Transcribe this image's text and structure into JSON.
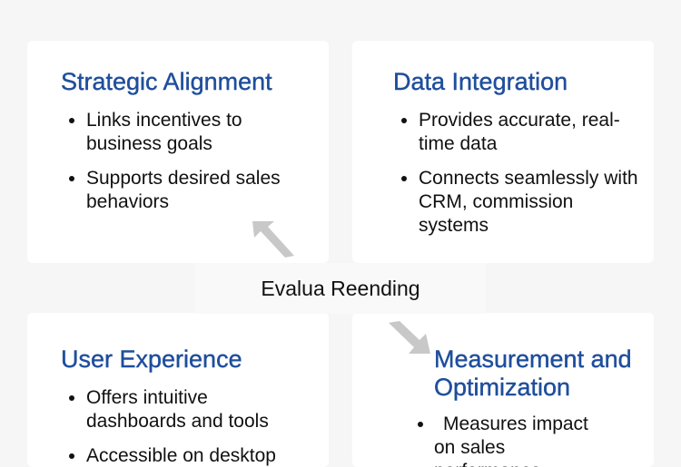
{
  "cards": [
    {
      "title": "Strategic Alignment",
      "bullets": [
        "Links incentives to business goals",
        "Supports desired sales behaviors"
      ]
    },
    {
      "title": "Data Integration",
      "bullets": [
        "Provides accurate, real-time data",
        "Connects seamlessly with CRM, commission systems"
      ]
    },
    {
      "title": "User Experience",
      "bullets": [
        "Offers intuitive dashboards and tools",
        "Accessible on desktop"
      ]
    },
    {
      "title": "Measurement and Optimization",
      "bullets": [
        "Measures impact on sales performance"
      ]
    }
  ],
  "center_label": "Evalua Reending",
  "colors": {
    "heading": "#1f4e9c",
    "arrow": "#c8c8c8",
    "background": "#f6f6f6"
  }
}
